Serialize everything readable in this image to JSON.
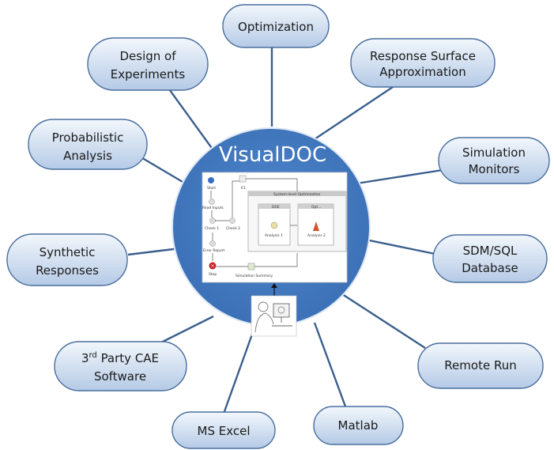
{
  "hub": {
    "title": "VisualDOC",
    "colors": {
      "fill": "#3f78c0",
      "stroke": "#d7e3f4",
      "connector": "#3b5f8e"
    }
  },
  "nodes": [
    {
      "id": "optimization",
      "lines": [
        "Optimization"
      ]
    },
    {
      "id": "response-surface-approximation",
      "lines": [
        "Response Surface",
        "Approximation"
      ]
    },
    {
      "id": "simulation-monitors",
      "lines": [
        "Simulation",
        "Monitors"
      ]
    },
    {
      "id": "sdm-sql-database",
      "lines": [
        "SDM/SQL",
        "Database"
      ]
    },
    {
      "id": "remote-run",
      "lines": [
        "Remote Run"
      ]
    },
    {
      "id": "matlab",
      "lines": [
        "Matlab"
      ]
    },
    {
      "id": "ms-excel",
      "lines": [
        "MS Excel"
      ]
    },
    {
      "id": "third-party-cae-software",
      "lines": [
        "3",
        "rd",
        " Party CAE",
        "Software"
      ]
    },
    {
      "id": "synthetic-responses",
      "lines": [
        "Synthetic",
        "Responses"
      ]
    },
    {
      "id": "probabilistic-analysis",
      "lines": [
        "Probabilistic",
        "Analysis"
      ]
    },
    {
      "id": "design-of-experiments",
      "lines": [
        "Design of",
        "Experiments"
      ]
    }
  ],
  "node_style": {
    "fill_top": "#eef4fb",
    "fill_bottom": "#b9cde8",
    "stroke": "#4a6e9e"
  },
  "workflow": {
    "labels": {
      "start": "Start",
      "read_inputs": "Read Inputs",
      "check1": "Check 1",
      "check2": "Check 2",
      "e1": "E1",
      "error_report": "Error Report",
      "stop": "Stop",
      "simulation_summary": "Simulation Summary",
      "system_level": "System-level Optimization",
      "doe": "DOE",
      "opt": "Opt...",
      "analysis1": "Analysis 1",
      "analysis2": "Analysis 2"
    }
  }
}
